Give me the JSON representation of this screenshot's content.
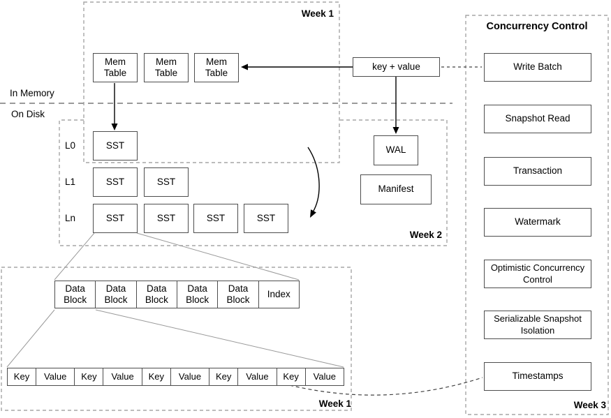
{
  "regions": {
    "memory_label": "In Memory",
    "disk_label": "On Disk"
  },
  "week1_pipeline": {
    "label": "Week 1",
    "mem_tables": [
      {
        "label": "Mem Table"
      },
      {
        "label": "Mem Table"
      },
      {
        "label": "Mem Table"
      }
    ],
    "key_value": "key + value"
  },
  "week2_storage": {
    "label": "Week 2",
    "levels": [
      {
        "name": "L0",
        "ssts": [
          "SST"
        ]
      },
      {
        "name": "L1",
        "ssts": [
          "SST",
          "SST"
        ]
      },
      {
        "name": "Ln",
        "ssts": [
          "SST",
          "SST",
          "SST",
          "SST"
        ]
      }
    ],
    "wal": "WAL",
    "manifest": "Manifest"
  },
  "sst_layout": {
    "label": "Week 1",
    "blocks": [
      "Data Block",
      "Data Block",
      "Data Block",
      "Data Block",
      "Data Block",
      "Index"
    ],
    "entries": [
      "Key",
      "Value",
      "Key",
      "Value",
      "Key",
      "Value",
      "Key",
      "Value",
      "Key",
      "Value"
    ]
  },
  "concurrency": {
    "title": "Concurrency Control",
    "label": "Week 3",
    "items": [
      "Write Batch",
      "Snapshot Read",
      "Transaction",
      "Watermark",
      "Optimistic Concurrency Control",
      "Serializable Snapshot Isolation",
      "Timestamps"
    ]
  },
  "colors": {
    "box_border": "#4d4d4d",
    "dashed_border": "#a6a6a6",
    "memory_separator": "#999999",
    "connector": "#000000",
    "detail_line": "#999999"
  }
}
